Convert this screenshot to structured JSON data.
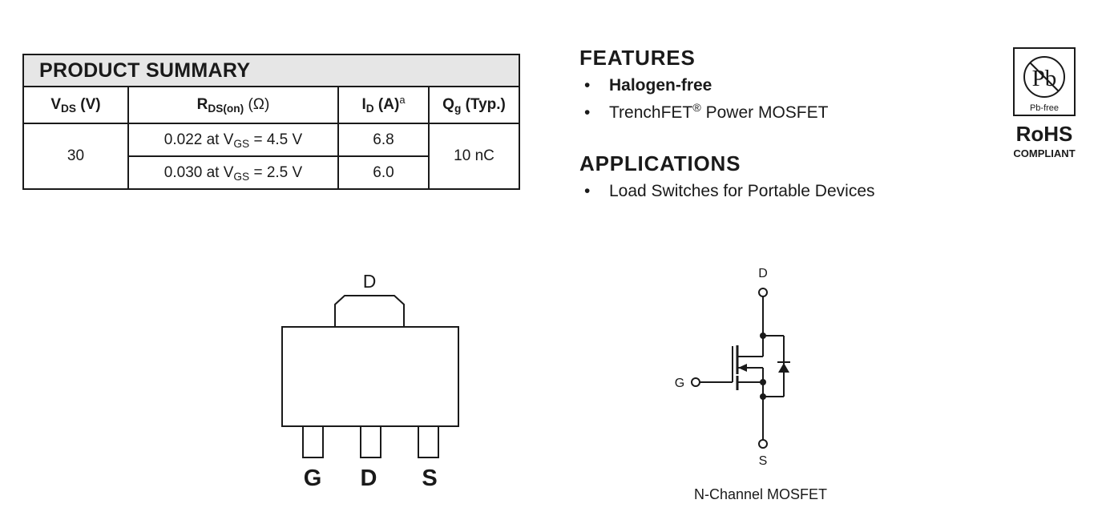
{
  "product_summary": {
    "title": "PRODUCT SUMMARY",
    "headers": {
      "vds": {
        "main": "V",
        "sub": "DS",
        "tail": " (V)"
      },
      "rds": {
        "main": "R",
        "sub": "DS(on)",
        "tail": " (Ω)"
      },
      "id": {
        "main": "I",
        "sub": "D",
        "tail": " (A)",
        "sup": "a"
      },
      "qg": {
        "main": "Q",
        "sub": "g",
        "tail": " (Typ.)"
      }
    },
    "vds_value": "30",
    "rows": [
      {
        "rds_prefix": "0.022 at V",
        "rds_sub": "GS",
        "rds_suffix": " = 4.5 V",
        "id": "6.8"
      },
      {
        "rds_prefix": "0.030 at V",
        "rds_sub": "GS",
        "rds_suffix": " = 2.5 V",
        "id": "6.0"
      }
    ],
    "qg_value": "10 nC"
  },
  "features": {
    "title": "FEATURES",
    "bullet": "•",
    "items": [
      {
        "text": "Halogen-free"
      },
      {
        "text": "TrenchFET",
        "sup": "®",
        "tail": " Power MOSFET"
      }
    ]
  },
  "applications": {
    "title": "APPLICATIONS",
    "bullet": "•",
    "items": [
      {
        "text": "Load Switches for Portable Devices"
      }
    ]
  },
  "rohs": {
    "pb_symbol": "Pb",
    "pb_free": "Pb-free",
    "label": "RoHS",
    "sublabel": "COMPLIANT"
  },
  "package": {
    "top_pin": "D",
    "pins": [
      "G",
      "D",
      "S"
    ]
  },
  "schematic": {
    "drain": "D",
    "gate": "G",
    "source": "S",
    "caption": "N-Channel MOSFET"
  }
}
